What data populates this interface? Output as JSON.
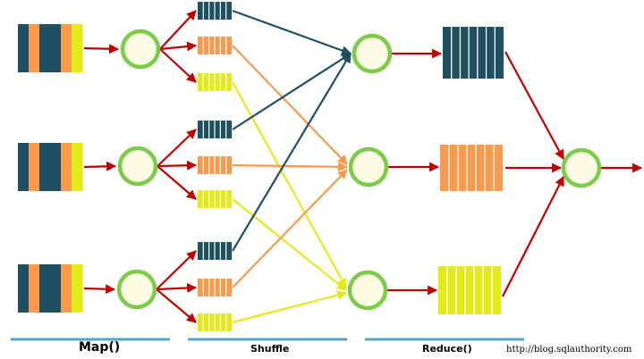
{
  "labels": {
    "map": "Map()",
    "shuffle": "Shuffle",
    "reduce": "Reduce()",
    "credit": "http://blog.sqlauthority.com"
  },
  "colors": {
    "navy": "#1f4f60",
    "orange": "#f79a4e",
    "yellow": "#e4ea1a",
    "arrow": "#c00000",
    "node_fill": "#fdfde6",
    "node_stroke": "#7ccb4a",
    "underline": "#5ba3c4"
  }
}
